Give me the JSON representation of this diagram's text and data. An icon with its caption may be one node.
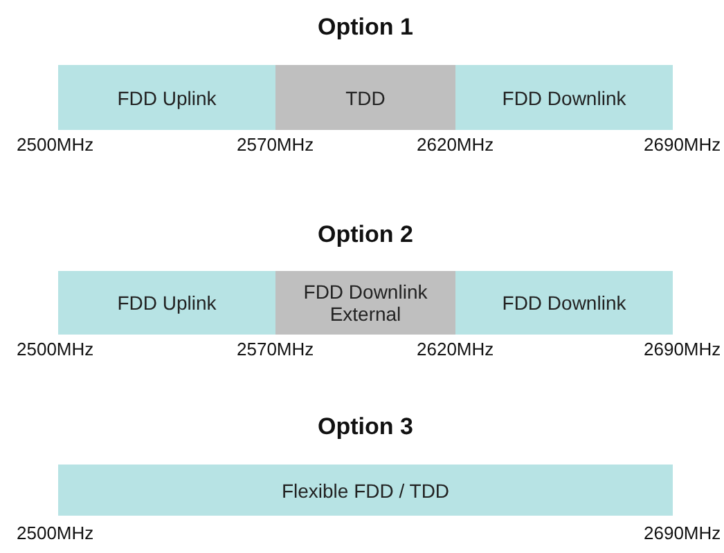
{
  "diagram": {
    "nodes": [
      {
        "text": [
          "FDD Uplink"
        ]
      },
      {
        "text": [
          "TDD"
        ]
      },
      {
        "text": [
          "FDD Downlink"
        ]
      },
      {
        "text": [
          "FDD Uplink"
        ]
      },
      {
        "text": [
          "FDD Downlink External"
        ]
      },
      {
        "text": [
          "FDD Downlink"
        ]
      },
      {
        "text": [
          "Flexible FDD / TDD"
        ]
      }
    ],
    "edges": [],
    "labels": [
      "Option 1",
      "2500MHz",
      "2570MHz",
      "2620MHz",
      "2690MHz",
      "Option 2",
      "2500MHz",
      "2570MHz",
      "2620MHz",
      "2690MHz",
      "Option 3",
      "2500MHz",
      "2690MHz"
    ]
  }
}
